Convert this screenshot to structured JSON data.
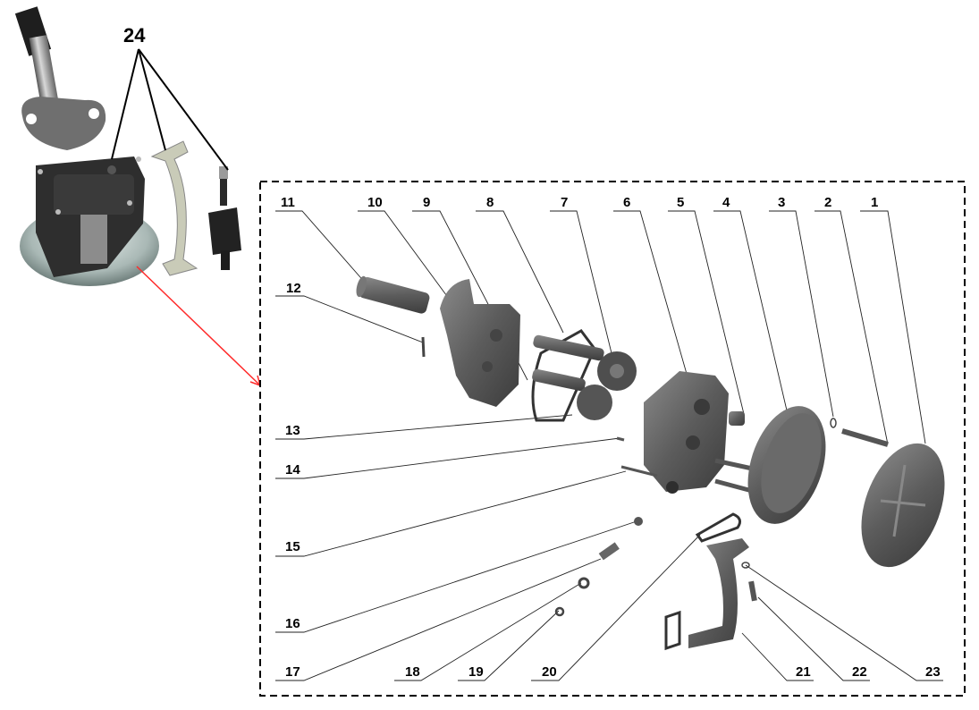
{
  "photo": {
    "callout_label": "24",
    "parts_shown": [
      "oil-pump-assembly",
      "oil-pickup-pipe",
      "drive-gear-shaft"
    ],
    "arrow_color": "#ff2a2a"
  },
  "diagram": {
    "frame_style": "dashed",
    "part_color": "#5a5a5a",
    "labels": [
      {
        "n": "1"
      },
      {
        "n": "2"
      },
      {
        "n": "3"
      },
      {
        "n": "4"
      },
      {
        "n": "5"
      },
      {
        "n": "6"
      },
      {
        "n": "7"
      },
      {
        "n": "8"
      },
      {
        "n": "9"
      },
      {
        "n": "10"
      },
      {
        "n": "11"
      },
      {
        "n": "12"
      },
      {
        "n": "13"
      },
      {
        "n": "14"
      },
      {
        "n": "15"
      },
      {
        "n": "16"
      },
      {
        "n": "17"
      },
      {
        "n": "18"
      },
      {
        "n": "19"
      },
      {
        "n": "20"
      },
      {
        "n": "21"
      },
      {
        "n": "22"
      },
      {
        "n": "23"
      }
    ]
  }
}
